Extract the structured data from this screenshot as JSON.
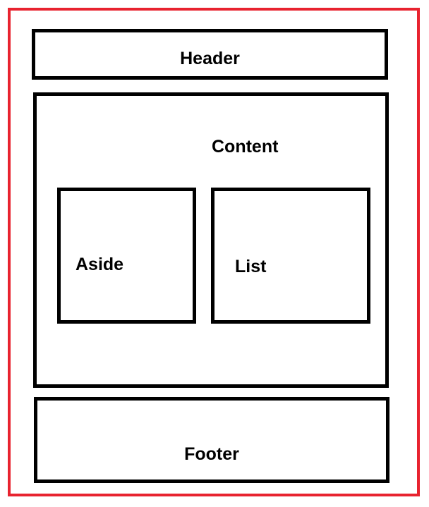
{
  "colors": {
    "frame": "#e8232f",
    "box_border": "#000000",
    "background": "#ffffff"
  },
  "header": {
    "label": "Header"
  },
  "content": {
    "label": "Content"
  },
  "aside": {
    "label": "Aside"
  },
  "list": {
    "label": "List"
  },
  "footer": {
    "label": "Footer"
  }
}
